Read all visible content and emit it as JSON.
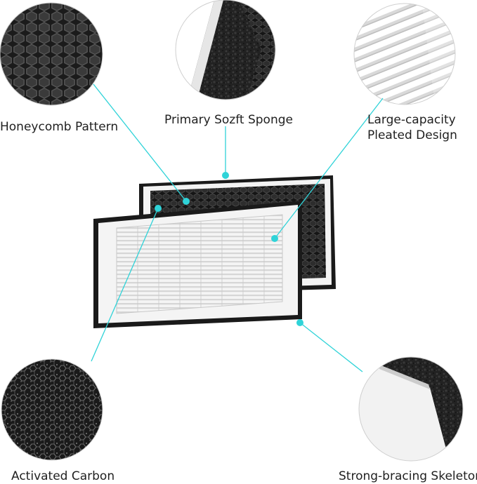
{
  "features": {
    "honeycomb": {
      "label": "Honeycomb Pattern",
      "icon": "honeycomb-pattern-icon"
    },
    "sponge": {
      "label": "Primary Sozft Sponge",
      "icon": "sponge-icon"
    },
    "pleated": {
      "line1": "Large-capacity",
      "line2": "Pleated Design",
      "icon": "pleated-filter-icon"
    },
    "carbon": {
      "label": "Activated Carbon",
      "icon": "activated-carbon-icon"
    },
    "skeleton": {
      "label": "Strong-bracing Skeleton",
      "icon": "skeleton-frame-icon"
    }
  },
  "colors": {
    "callout_line": "#2fd3d8",
    "frame": "#1a1a1a",
    "filter_media": "#ffffff",
    "carbon": "#2a2a2a"
  }
}
